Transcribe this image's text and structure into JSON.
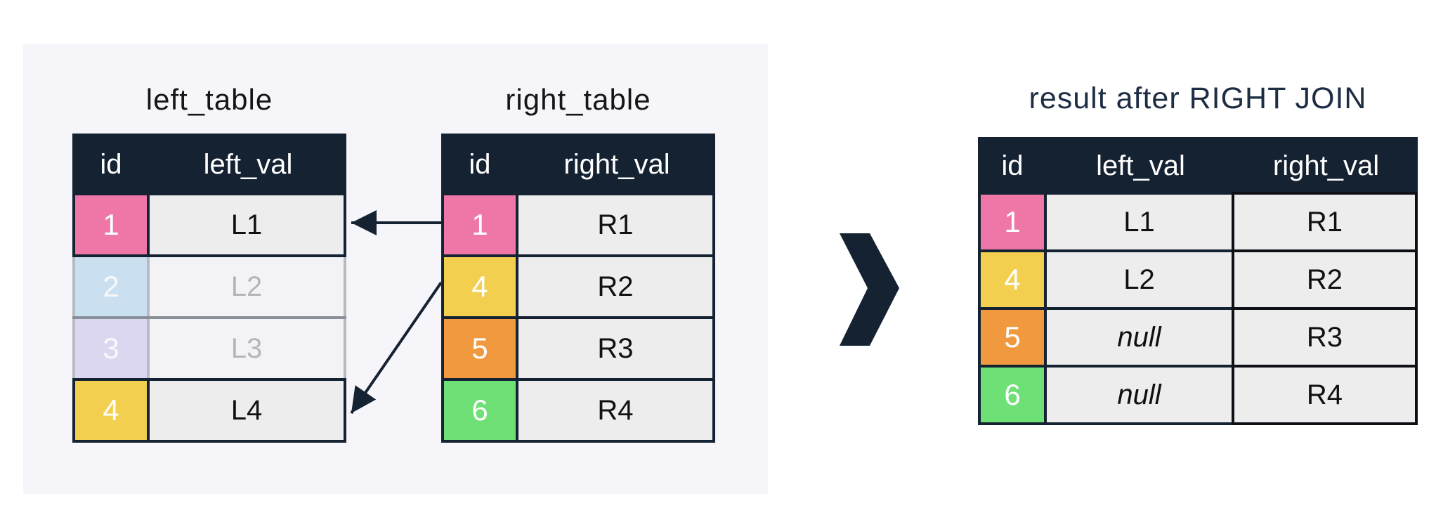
{
  "colors": {
    "navy": "#152232",
    "panel_bg": "#f6f6fa",
    "cell_bg": "#ededed",
    "pink": "#ee77a8",
    "yellow": "#f2cf4f",
    "orange": "#f0993f",
    "green": "#6fe076",
    "blue": "#5aa7d4",
    "purple": "#9c8ad8"
  },
  "left_table": {
    "title": "left_table",
    "columns": {
      "id": "id",
      "val": "left_val"
    },
    "rows": [
      {
        "id": "1",
        "value": "L1",
        "id_color": "#ee77a8"
      },
      {
        "id": "2",
        "value": "L2",
        "id_color": "#5aa7d4"
      },
      {
        "id": "3",
        "value": "L3",
        "id_color": "#9c8ad8"
      },
      {
        "id": "4",
        "value": "L4",
        "id_color": "#f2cf4f"
      }
    ]
  },
  "right_table": {
    "title": "right_table",
    "columns": {
      "id": "id",
      "val": "right_val"
    },
    "rows": [
      {
        "id": "1",
        "value": "R1",
        "id_color": "#ee77a8"
      },
      {
        "id": "4",
        "value": "R2",
        "id_color": "#f2cf4f"
      },
      {
        "id": "5",
        "value": "R3",
        "id_color": "#f0993f"
      },
      {
        "id": "6",
        "value": "R4",
        "id_color": "#6fe076"
      }
    ]
  },
  "result_table": {
    "title": "result after RIGHT JOIN",
    "columns": {
      "id": "id",
      "left_val": "left_val",
      "right_val": "right_val"
    },
    "rows": [
      {
        "id": "1",
        "left_val": "L1",
        "right_val": "R1",
        "id_color": "#ee77a8"
      },
      {
        "id": "4",
        "left_val": "L2",
        "right_val": "R2",
        "id_color": "#f2cf4f"
      },
      {
        "id": "5",
        "left_val": "null",
        "right_val": "R3",
        "id_color": "#f0993f"
      },
      {
        "id": "6",
        "left_val": "null",
        "right_val": "R4",
        "id_color": "#6fe076"
      }
    ]
  },
  "connections": [
    {
      "from": "right_table id 1",
      "to": "left_table id 1"
    },
    {
      "from": "right_table id 4",
      "to": "left_table id 4"
    }
  ]
}
